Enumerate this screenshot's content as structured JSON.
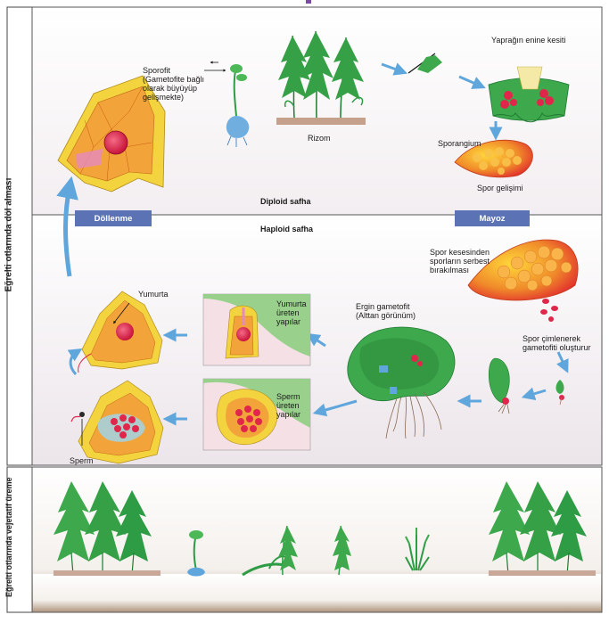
{
  "side_labels": {
    "top": "Eğrelti otlarında döl alması",
    "bottom": "Eğrelti otlarında vejetatif üreme"
  },
  "phases": {
    "diploid": "Diploid safha",
    "haploid": "Haploid safha"
  },
  "banners": {
    "fertilization": "Döllenme",
    "meiosis": "Mayoz"
  },
  "labels": {
    "sporophyte": "Sporofit\n(Gametofite bağlı\nolarak büyüyüp\ngelişmekte)",
    "rhizome": "Rizom",
    "leaf_cross_section": "Yaprağın enine kesiti",
    "sporangium": "Sporangium",
    "spore_development": "Spor gelişimi",
    "spore_release": "Spor kesesinden\nsporların serbest\nbırakılması",
    "spore_germination": "Spor çimlenerek\ngametofiti oluşturur",
    "mature_gametophyte": "Ergin gametofit\n(Alttan görünüm)",
    "egg_producing": "Yumurta\nüreten\nyapılar",
    "sperm_producing": "Sperm\nüreten\nyapılar",
    "egg": "Yumurta",
    "sperm": "Sperm"
  },
  "colors": {
    "panel_bg_top": "#ffffff",
    "panel_bg_bottom": "#efe8ec",
    "frond_green": "#2e9b45",
    "cell_orange": "#f2a33a",
    "cell_yellow": "#f3d43f",
    "egg_red": "#e0264a",
    "arrow_blue": "#5fa6dc",
    "banner_blue": "#5b73b4",
    "soil_brown": "#a78a72"
  }
}
